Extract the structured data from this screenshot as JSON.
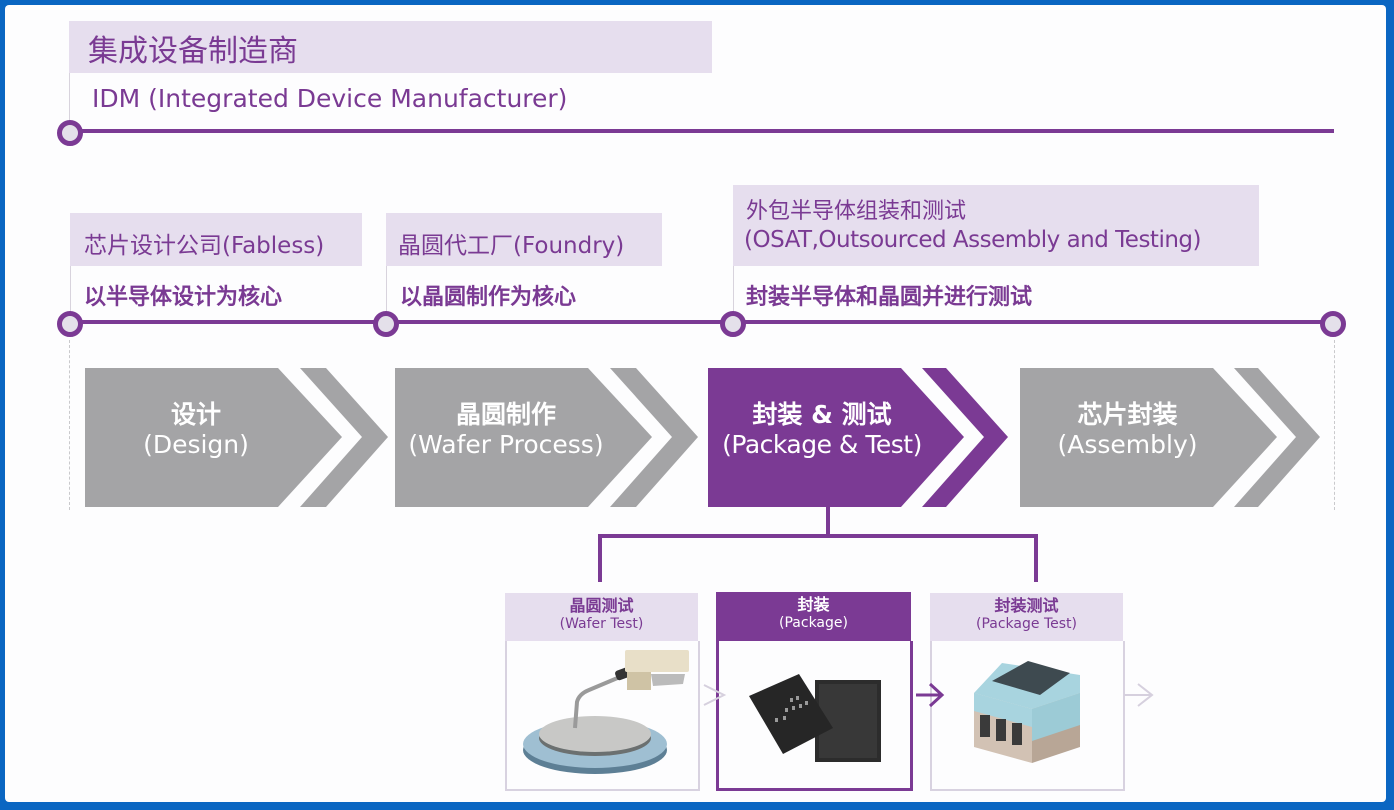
{
  "idm": {
    "title_zh": "集成设备制造商",
    "title_en": "IDM (Integrated Device Manufacturer)"
  },
  "companies": [
    {
      "title": "芯片设计公司(Fabless)",
      "desc": "以半导体设计为核心"
    },
    {
      "title": "晶圆代工厂(Foundry)",
      "desc": "以晶圆制作为核心"
    },
    {
      "title_line1": "外包半导体组装和测试",
      "title_line2": "(OSAT,Outsourced Assembly and Testing)",
      "desc": "封装半导体和晶圆并进行测试"
    }
  ],
  "stages": [
    {
      "zh": "设计",
      "en": "(Design)",
      "highlight": false
    },
    {
      "zh": "晶圆制作",
      "en": "(Wafer Process)",
      "highlight": false
    },
    {
      "zh": "封装 & 测试",
      "en": "(Package & Test)",
      "highlight": true
    },
    {
      "zh": "芯片封装",
      "en": "(Assembly)",
      "highlight": false
    }
  ],
  "substeps": [
    {
      "zh": "晶圆测试",
      "en": "(Wafer Test)",
      "image": "wafer-probe-image",
      "highlight": false
    },
    {
      "zh": "封装",
      "en": "(Package)",
      "image": "chip-package-image",
      "highlight": true
    },
    {
      "zh": "封装测试",
      "en": "(Package Test)",
      "image": "test-socket-image",
      "highlight": false
    }
  ],
  "colors": {
    "frame": "#0a66c2",
    "accent_purple": "#7b3a94",
    "lavender": "#e6deee",
    "stage_gray": "#a4a4a6"
  }
}
